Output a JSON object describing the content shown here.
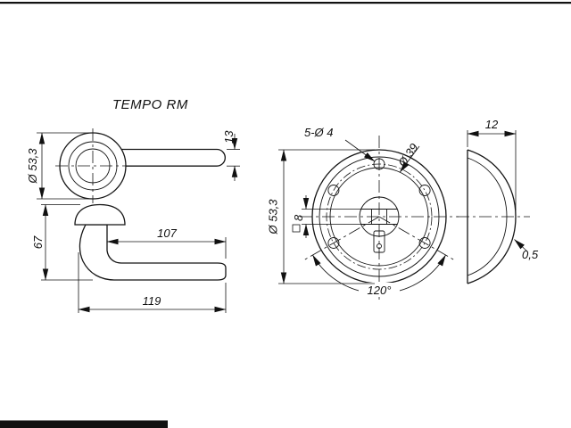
{
  "title": "TEMPO RM",
  "colors": {
    "line": "#111111",
    "background": "#ffffff"
  },
  "front_view": {
    "rosette_diameter": "Ø 53,3",
    "lever_thickness": "13"
  },
  "side_view": {
    "height": "67",
    "grip_length": "107",
    "total_length": "119"
  },
  "rosette_view": {
    "mount_holes": "5-Ø 4",
    "inner_diameter": "Ø 39",
    "outer_diameter": "Ø 53,3",
    "square_hole": "8",
    "hole_angle": "120°"
  },
  "profile_view": {
    "depth": "12",
    "edge_thickness": "0,5"
  }
}
